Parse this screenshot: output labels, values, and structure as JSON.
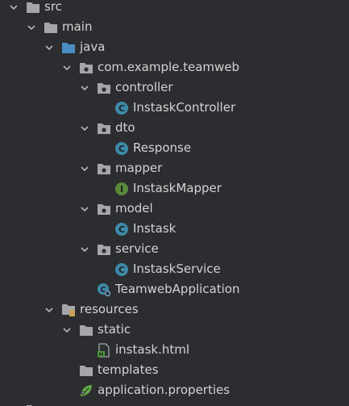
{
  "tree": {
    "items": [
      {
        "label": "src",
        "icon": "folder-icon",
        "expanded": true
      },
      {
        "label": "main",
        "icon": "folder-icon",
        "expanded": true
      },
      {
        "label": "java",
        "icon": "source-folder-icon",
        "expanded": true
      },
      {
        "label": "com.example.teamweb",
        "icon": "package-icon",
        "expanded": true
      },
      {
        "label": "controller",
        "icon": "package-icon",
        "expanded": true
      },
      {
        "label": "InstaskController",
        "icon": "java-class-icon"
      },
      {
        "label": "dto",
        "icon": "package-icon",
        "expanded": true
      },
      {
        "label": "Response",
        "icon": "java-class-icon"
      },
      {
        "label": "mapper",
        "icon": "package-icon",
        "expanded": true
      },
      {
        "label": "InstaskMapper",
        "icon": "java-interface-icon"
      },
      {
        "label": "model",
        "icon": "package-icon",
        "expanded": true
      },
      {
        "label": "Instask",
        "icon": "java-class-icon"
      },
      {
        "label": "service",
        "icon": "package-icon",
        "expanded": true
      },
      {
        "label": "InstaskService",
        "icon": "java-class-icon"
      },
      {
        "label": "TeamwebApplication",
        "icon": "spring-boot-app-icon"
      },
      {
        "label": "resources",
        "icon": "resources-folder-icon",
        "expanded": true
      },
      {
        "label": "static",
        "icon": "folder-icon",
        "expanded": true
      },
      {
        "label": "instask.html",
        "icon": "html-file-icon"
      },
      {
        "label": "templates",
        "icon": "folder-icon"
      },
      {
        "label": "application.properties",
        "icon": "spring-properties-icon"
      }
    ]
  },
  "colors": {
    "background": "#2b2d30",
    "text": "#d3d3d3",
    "folder": "#a4a6a9",
    "source_folder": "#4a8ec2",
    "class_circle": "#3f8aa8",
    "interface_circle": "#5c8a3c",
    "chevron": "#b5b5b5"
  }
}
